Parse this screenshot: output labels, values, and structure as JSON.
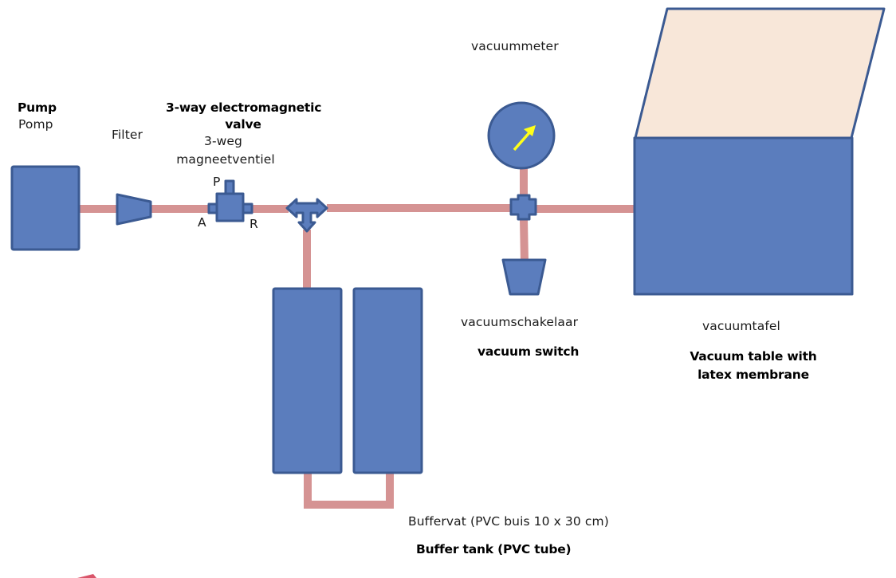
{
  "colors": {
    "component_fill": "#5b7dbd",
    "component_stroke": "#3b5a92",
    "tube": "#d59393",
    "membrane_fill": "#f8e7d9",
    "gauge_needle": "#ffff1a",
    "background": "#ffffff"
  },
  "labels": {
    "pump_en": "Pump",
    "pump_nl": "Pomp",
    "filter": "Filter",
    "valve_en_line1": "3-way electromagnetic",
    "valve_en_line2": "valve",
    "valve_nl_line1": "3-weg",
    "valve_nl_line2": "magneetventiel",
    "port_p": "P",
    "port_a": "A",
    "port_r": "R",
    "vacuummeter": "vacuummeter",
    "vacuum_switch_nl": "vacuumschakelaar",
    "vacuum_switch_en": "vacuum switch",
    "vacuum_table_nl": "vacuumtafel",
    "vacuum_table_en_line1": "Vacuum table with",
    "vacuum_table_en_line2": "latex membrane",
    "buffer_nl": "Buffervat (PVC buis 10 x 30 cm)",
    "buffer_en": "Buffer tank (PVC tube)"
  },
  "components": [
    {
      "id": "pump",
      "icon": "pump-box"
    },
    {
      "id": "filter",
      "icon": "filter-trapezoid"
    },
    {
      "id": "three-way-valve",
      "icon": "valve-block"
    },
    {
      "id": "t-connector",
      "icon": "t-junction-arrows"
    },
    {
      "id": "buffer-tank-1",
      "icon": "tank-rect"
    },
    {
      "id": "buffer-tank-2",
      "icon": "tank-rect"
    },
    {
      "id": "cross-connector",
      "icon": "cross-junction"
    },
    {
      "id": "vacuum-gauge",
      "icon": "gauge-dial"
    },
    {
      "id": "vacuum-switch",
      "icon": "switch-trapezoid"
    },
    {
      "id": "vacuum-table",
      "icon": "table-box"
    }
  ]
}
